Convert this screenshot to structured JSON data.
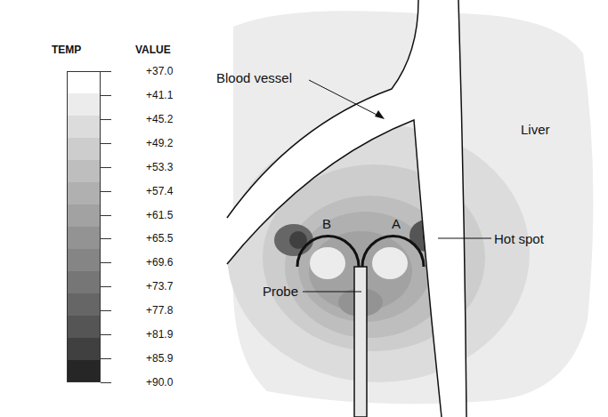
{
  "diagram": {
    "labels": [
      "TEMP",
      "VALUE",
      "Blood vessel",
      "Liver",
      "Hot spot",
      "Probe",
      "B",
      "A"
    ],
    "legend": [
      {
        "text": "+37.0",
        "color": "#ffffff"
      },
      {
        "text": "+41.1",
        "color": "#ececec"
      },
      {
        "text": "+45.2",
        "color": "#dcdcdc"
      },
      {
        "text": "+49.2",
        "color": "#cdcdcd"
      },
      {
        "text": "+53.3",
        "color": "#bebebe"
      },
      {
        "text": "+57.4",
        "color": "#b0b0b0"
      },
      {
        "text": "+61.5",
        "color": "#a2a2a2"
      },
      {
        "text": "+65.5",
        "color": "#939393"
      },
      {
        "text": "+69.6",
        "color": "#858585"
      },
      {
        "text": "+73.7",
        "color": "#767676"
      },
      {
        "text": "+77.8",
        "color": "#666666"
      },
      {
        "text": "+81.9",
        "color": "#555555"
      },
      {
        "text": "+85.9",
        "color": "#404040"
      },
      {
        "text": "+90.0",
        "color": "#262626"
      }
    ]
  }
}
